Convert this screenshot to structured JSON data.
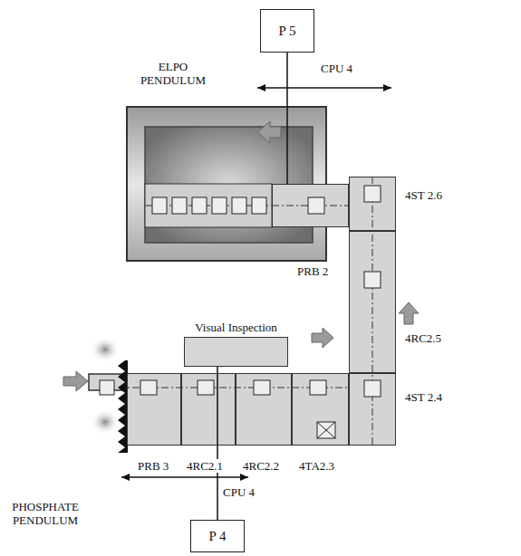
{
  "diagram": {
    "nodes": [
      {
        "text": [
          "P 5"
        ]
      },
      {
        "text": [
          "PRB 2"
        ]
      },
      {
        "text": [
          "Visual Inspection"
        ]
      },
      {
        "text": [
          "PRB 3"
        ]
      },
      {
        "text": [
          "4RC2.1"
        ]
      },
      {
        "text": [
          "4RC2.2"
        ]
      },
      {
        "text": [
          "4TA2.3"
        ]
      },
      {
        "text": [
          "4ST 2.4"
        ]
      },
      {
        "text": [
          "4RC2.5"
        ]
      },
      {
        "text": [
          "4ST 2.6"
        ]
      },
      {
        "text": [
          "P 4"
        ]
      }
    ],
    "edges": [
      {
        "from": 0,
        "to": 1,
        "arrow": "none"
      },
      {
        "from": 10,
        "to": 2,
        "arrow": "none"
      }
    ],
    "labels": [
      "ELPO PENDULUM",
      "CPU 4",
      "CPU 4",
      "PHOSPHATE PENDULUM"
    ]
  }
}
